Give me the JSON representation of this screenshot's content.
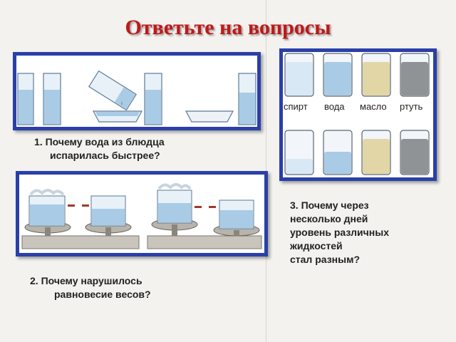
{
  "title": "Ответьте на вопросы",
  "liquids": [
    "спирт",
    "вода",
    "масло",
    "ртуть"
  ],
  "question1": {
    "line1": "1. Почему вода из блюдца",
    "line2": "испарилась быстрее?"
  },
  "question2": {
    "line1": "2. Почему нарушилось",
    "line2": "равновесие весов?"
  },
  "question3": {
    "line1": "3. Почему через",
    "line2": "несколько дней",
    "line3": "уровень различных",
    "line4": "жидкостей",
    "line5": "стал разным?"
  },
  "colors": {
    "title": "#c01818",
    "panel_border": "#2a3fa8",
    "water": "#a9cbe6",
    "alcohol": "#d8e8f4",
    "oil": "#e2d6a6",
    "mercury": "#8f9396"
  }
}
